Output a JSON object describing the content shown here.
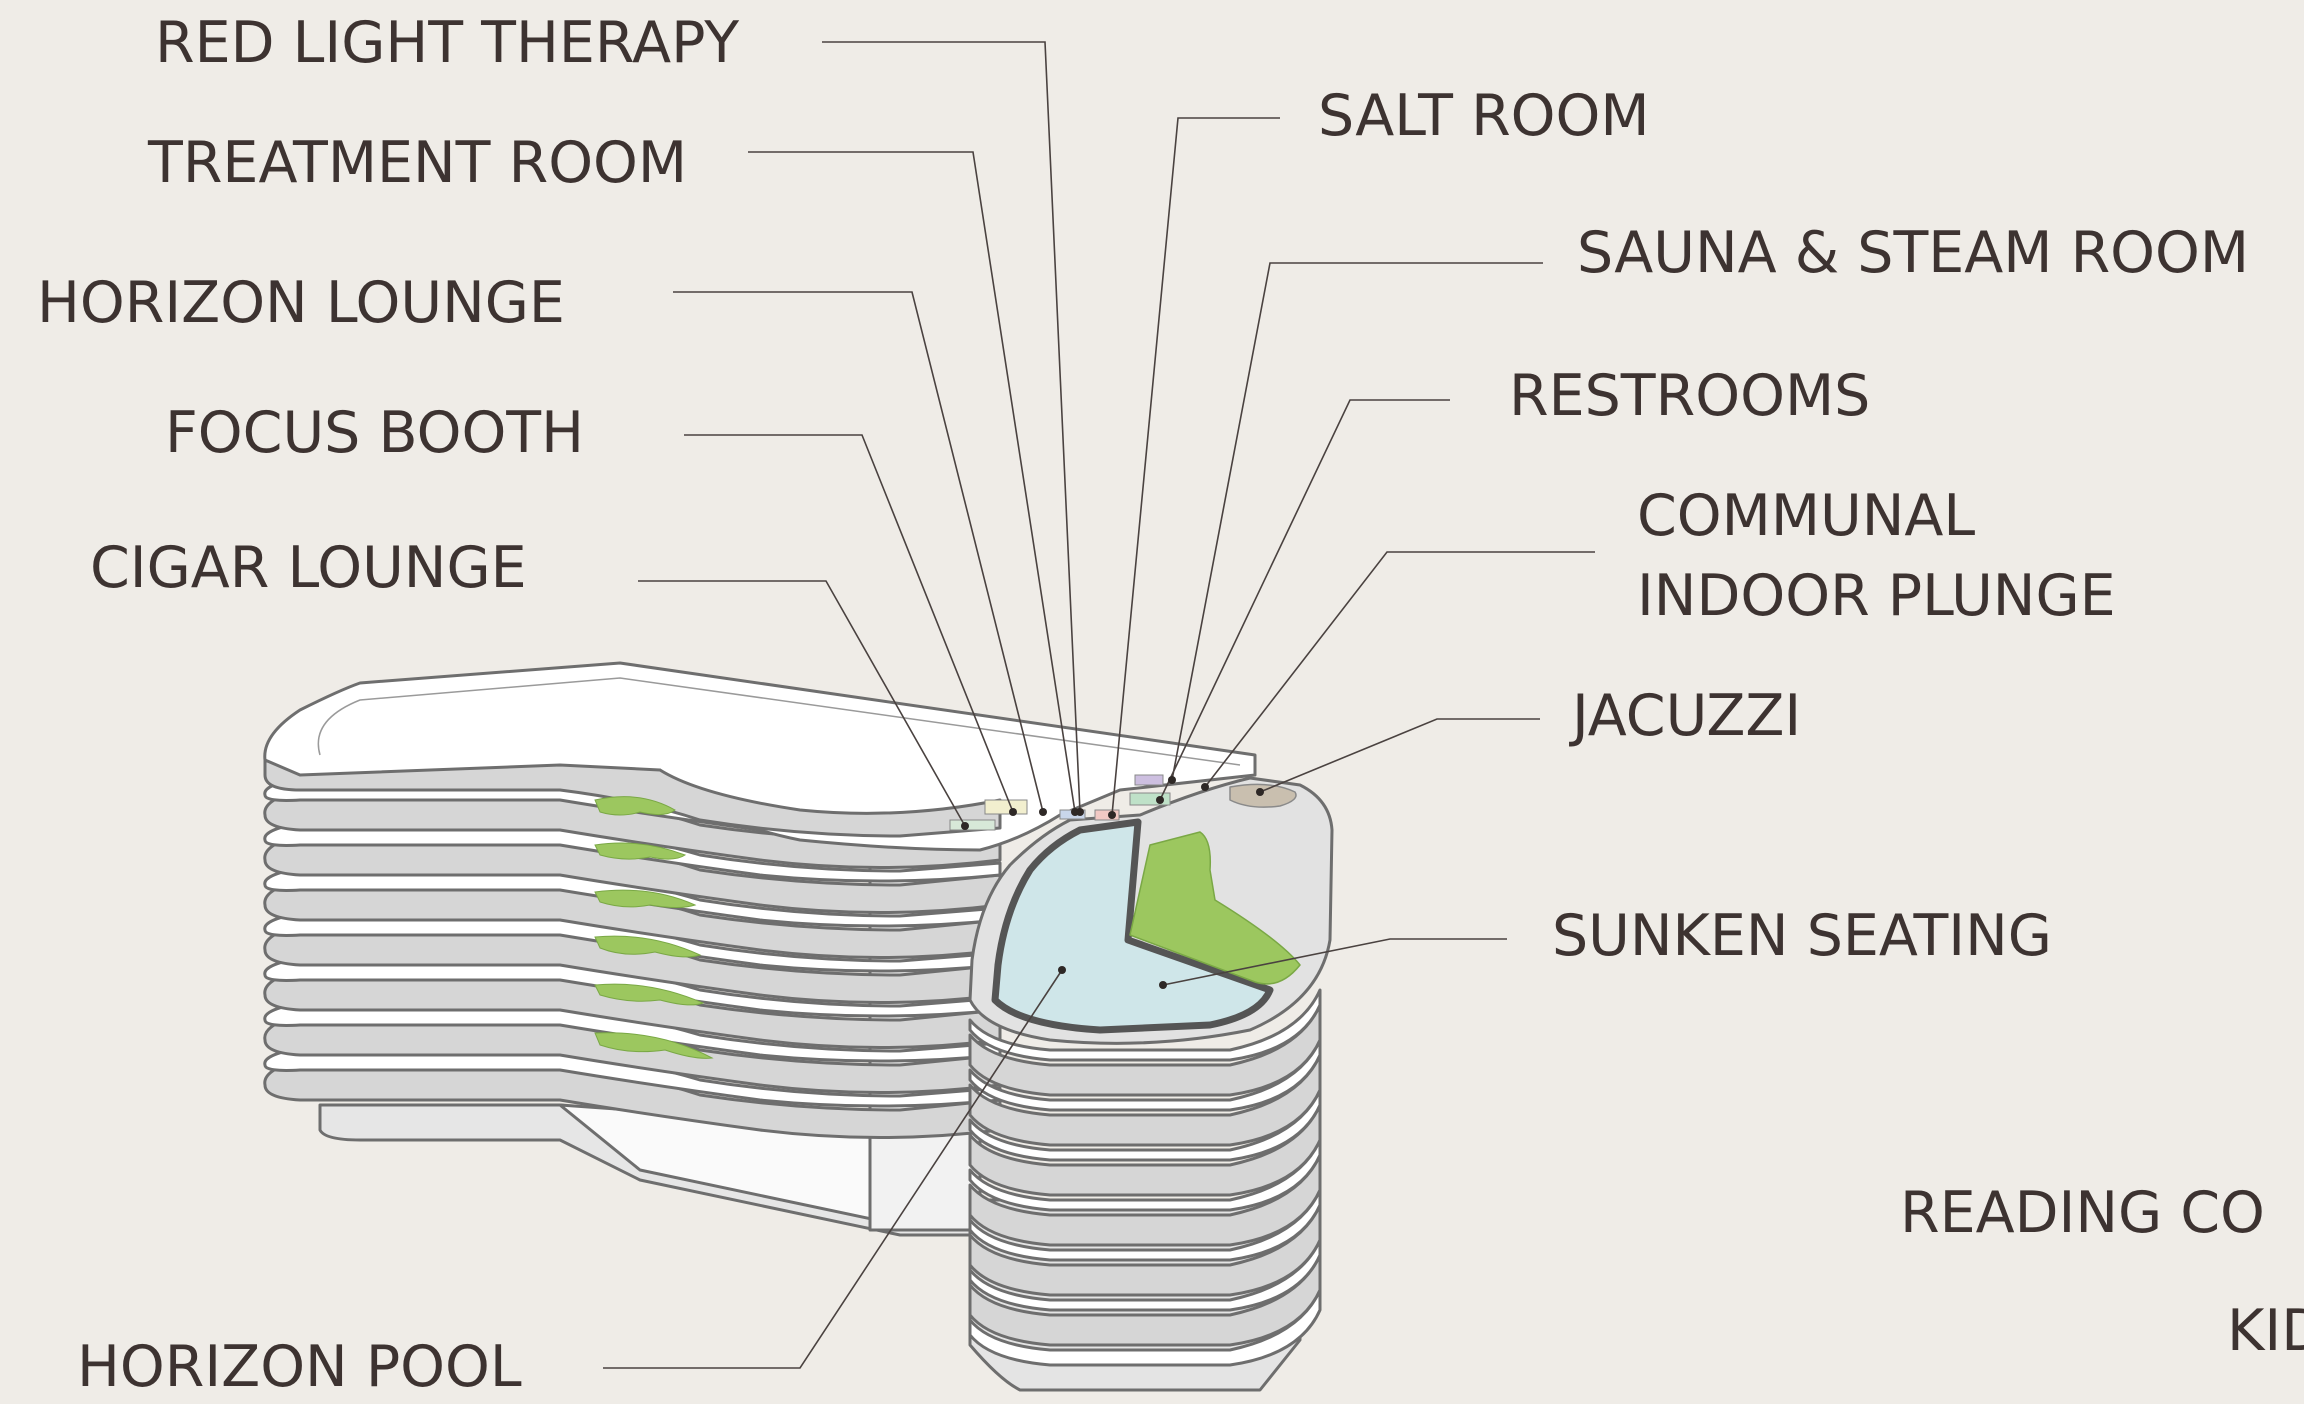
{
  "labels": {
    "red_light_therapy": "RED LIGHT THERAPY",
    "treatment_room": "TREATMENT ROOM",
    "horizon_lounge": "HORIZON LOUNGE",
    "focus_booth": "FOCUS BOOTH",
    "cigar_lounge": "CIGAR LOUNGE",
    "horizon_pool": "HORIZON POOL",
    "salt_room": "SALT ROOM",
    "sauna_steam_room": "SAUNA & STEAM ROOM",
    "restrooms": "RESTROOMS",
    "communal_indoor_plunge_line1": "COMMUNAL",
    "communal_indoor_plunge_line2": "INDOOR PLUNGE",
    "jacuzzi": "JACUZZI",
    "sunken_seating": "SUNKEN SEATING",
    "reading_partial": "READING CO",
    "kids_partial": "KID"
  },
  "colors": {
    "background": "#efece7",
    "text": "#3d3331",
    "slab_top": "#ffffff",
    "slab_side": "#d4d4d4",
    "slab_outline": "#707070",
    "planter_green": "#9cc75f",
    "pool_water": "#cfe6e9"
  }
}
